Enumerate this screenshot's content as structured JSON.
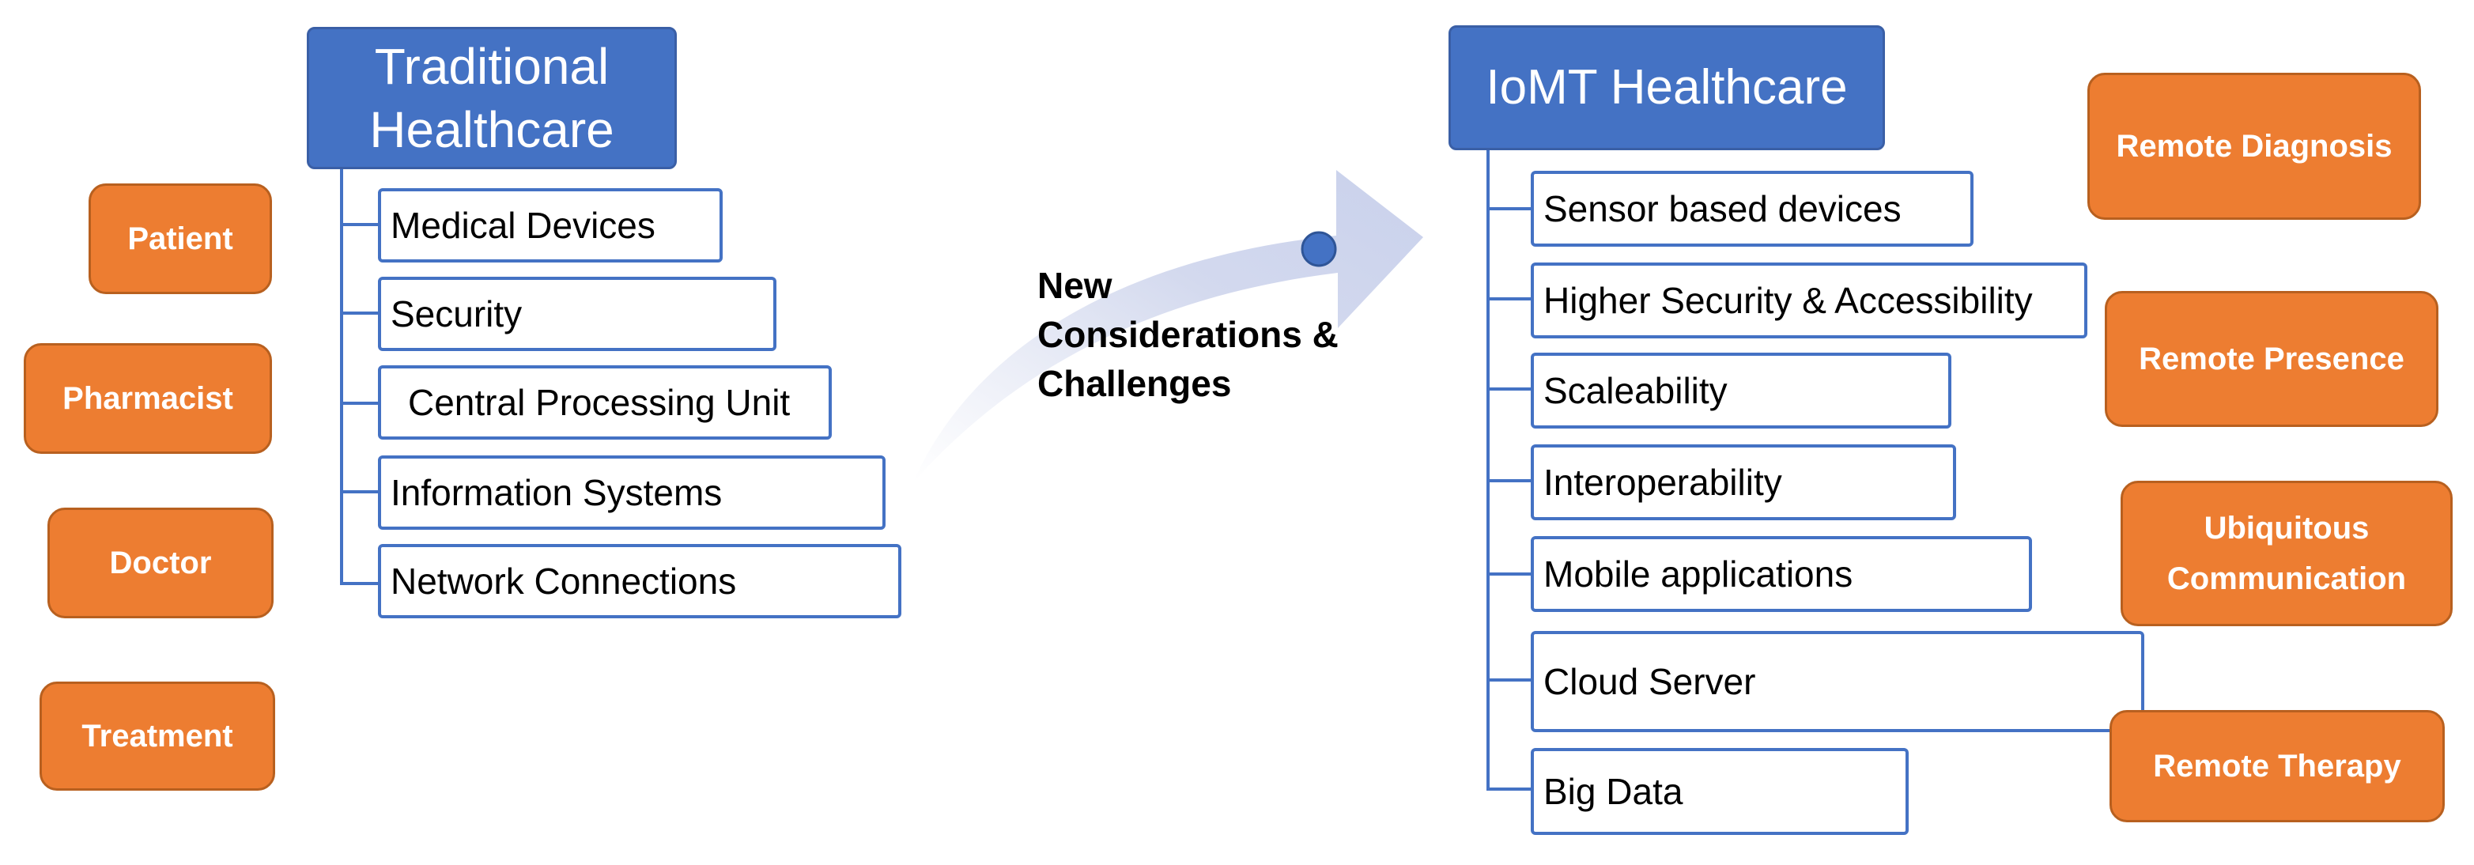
{
  "left_actors": [
    "Patient",
    "Pharmacist",
    "Doctor",
    "Treatment"
  ],
  "traditional": {
    "title": "Traditional Healthcare",
    "items": [
      "Medical Devices",
      "Security",
      "Central Processing Unit",
      "Information Systems",
      "Network Connections"
    ]
  },
  "transition_label": "New Considerations & Challenges",
  "iomt": {
    "title": "IoMT Healthcare",
    "items": [
      "Sensor based devices",
      "Higher Security & Accessibility",
      "Scaleability",
      "Interoperability",
      "Mobile applications",
      "Cloud Server",
      "Big Data"
    ]
  },
  "right_services": [
    "Remote Diagnosis",
    "Remote Presence",
    "Ubiquitous Communication",
    "Remote Therapy"
  ],
  "colors": {
    "orange": "#ED7D31",
    "blue": "#4472C4",
    "arrow": "#D3D9EE"
  }
}
